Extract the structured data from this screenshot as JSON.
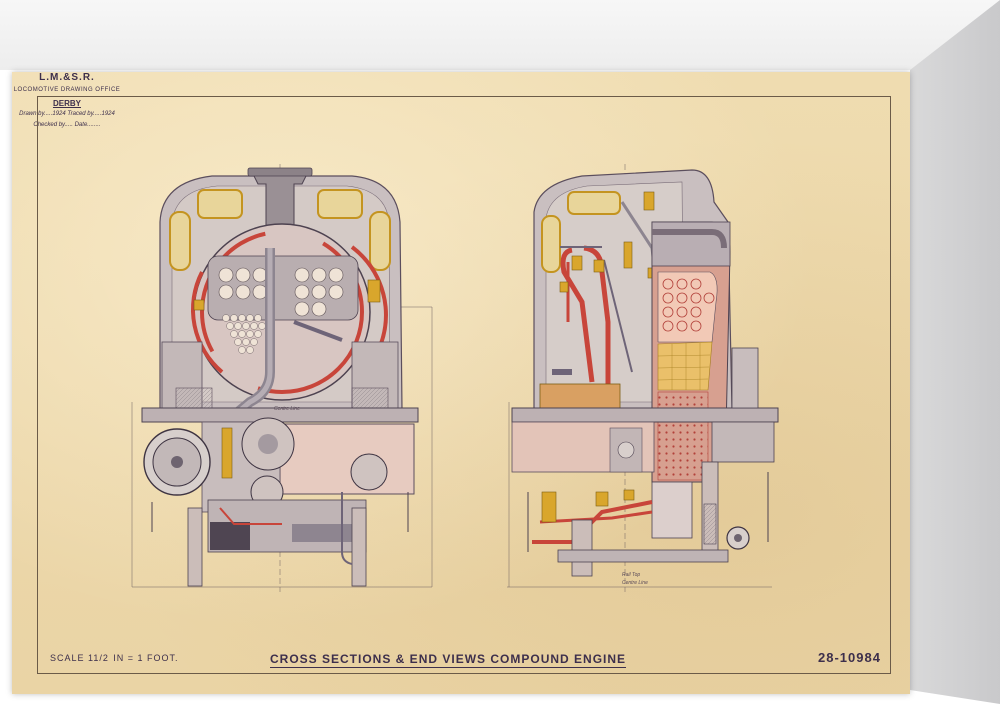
{
  "sheet": {
    "scale_prefix": "SCALE 1",
    "scale_fraction": "1/2",
    "scale_suffix": "IN = 1 FOOT.",
    "title": "CROSS SECTIONS & END VIEWS COMPOUND ENGINE",
    "drawing_number": "28-10984"
  },
  "office": {
    "company": "L.M.&S.R.",
    "office_name": "LOCOMOTIVE DRAWING OFFICE",
    "city": "DERBY",
    "drawn_line": "Drawn by.....1924    Traced by.....1924",
    "checked_line": "Checked by.....    Date........"
  },
  "notes": {
    "rail_top": "Rail Top",
    "centre_line": "Centre Line"
  },
  "colors": {
    "paper": "#efdcb2",
    "ink": "#3d2f4c",
    "steam_red": "#c8453a",
    "brass": "#d9a62c",
    "steel_grey": "#9c9298",
    "firebox_pink": "#e7a08e"
  }
}
